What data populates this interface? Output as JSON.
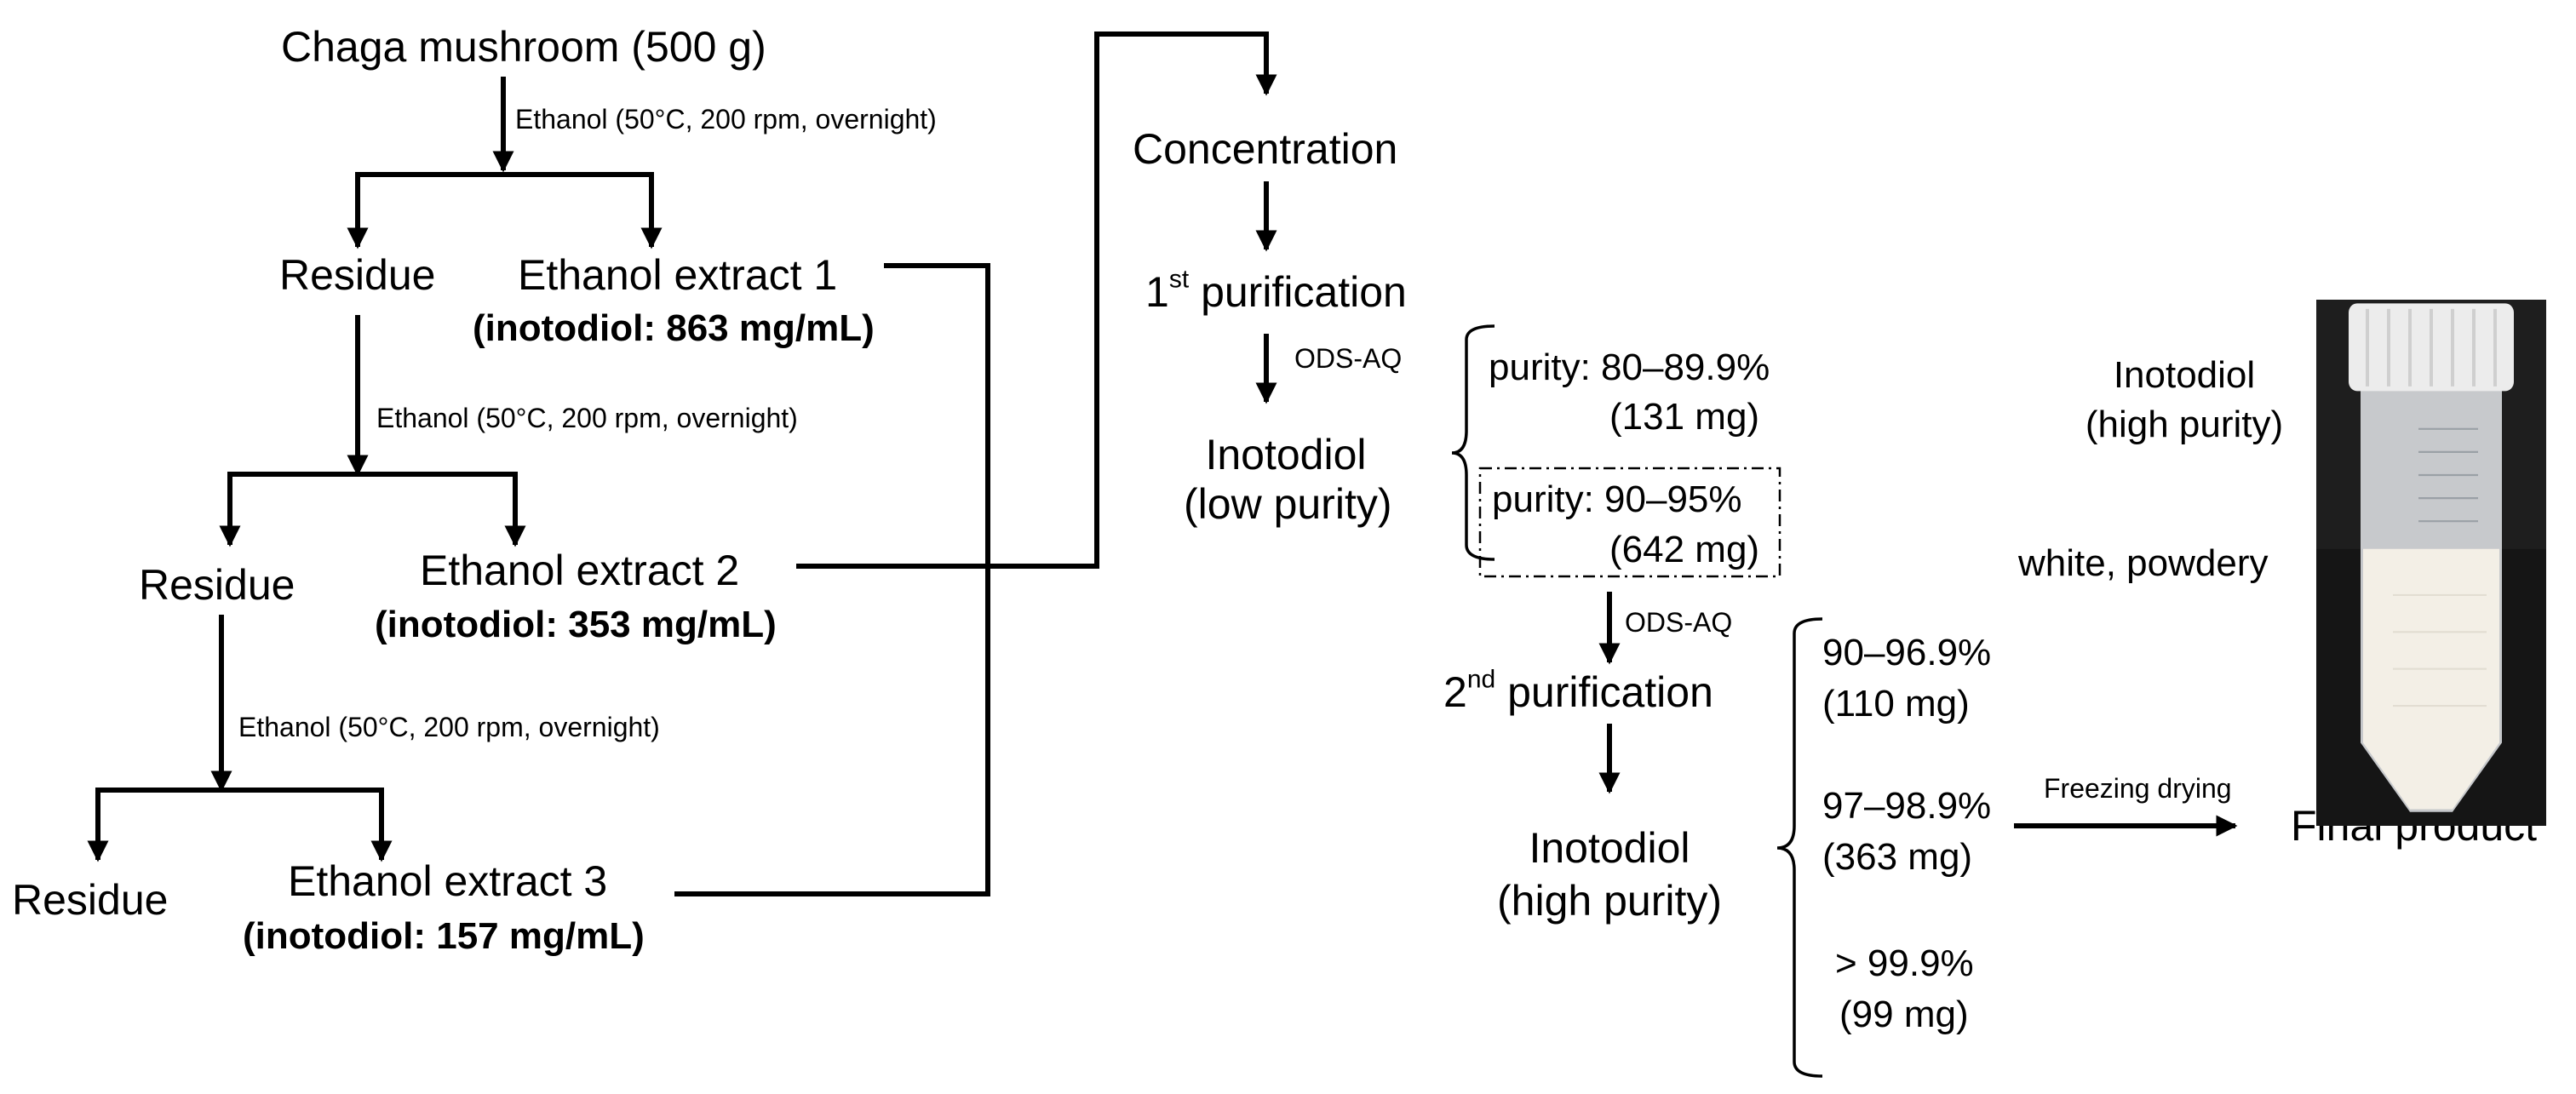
{
  "extraction": {
    "start": "Chaga mushroom (500 g)",
    "solvent_step_1": "Ethanol (50°C, 200 rpm, overnight)",
    "solvent_step_2": "Ethanol (50°C, 200 rpm, overnight)",
    "solvent_step_3": "Ethanol (50°C, 200 rpm, overnight)",
    "residue_1": "Residue",
    "residue_2": "Residue",
    "residue_3": "Residue",
    "extract_1": "Ethanol extract 1",
    "extract_1_note": "(inotodiol: 863 mg/mL)",
    "extract_2": "Ethanol extract 2",
    "extract_2_note": "(inotodiol: 353 mg/mL)",
    "extract_3": "Ethanol extract 3",
    "extract_3_note": "(inotodiol: 157 mg/mL)"
  },
  "purification": {
    "concentration": "Concentration",
    "first_sup": "st",
    "first_label": "purification",
    "first_prefix": "1",
    "column_1": "ODS-AQ",
    "low_purity_line1": "Inotodiol",
    "low_purity_line2": "(low purity)",
    "fraction_a_purity": "purity: 80–89.9%",
    "fraction_a_mass": "(131 mg)",
    "fraction_b_purity": "purity: 90–95%",
    "fraction_b_mass": "(642 mg)",
    "column_2": "ODS-AQ",
    "second_prefix": "2",
    "second_sup": "nd",
    "second_label": "purification",
    "high_purity_line1": "Inotodiol",
    "high_purity_line2": "(high purity)",
    "fractions": [
      {
        "purity": "90–96.9%",
        "mass": "(110 mg)"
      },
      {
        "purity": "97–98.9%",
        "mass": "(363 mg)"
      },
      {
        "purity": "> 99.9%",
        "mass": "(99 mg)"
      }
    ]
  },
  "product": {
    "drying_step": "Freezing drying",
    "label_line1": "Inotodiol",
    "label_line2": "(high purity)",
    "appearance": "white, powdery",
    "caption": "Final product"
  },
  "colors": {
    "line": "#000000",
    "tube_cap": "#ececec",
    "powder": "#f3efe6",
    "photo_background": "#1e1e1e"
  }
}
